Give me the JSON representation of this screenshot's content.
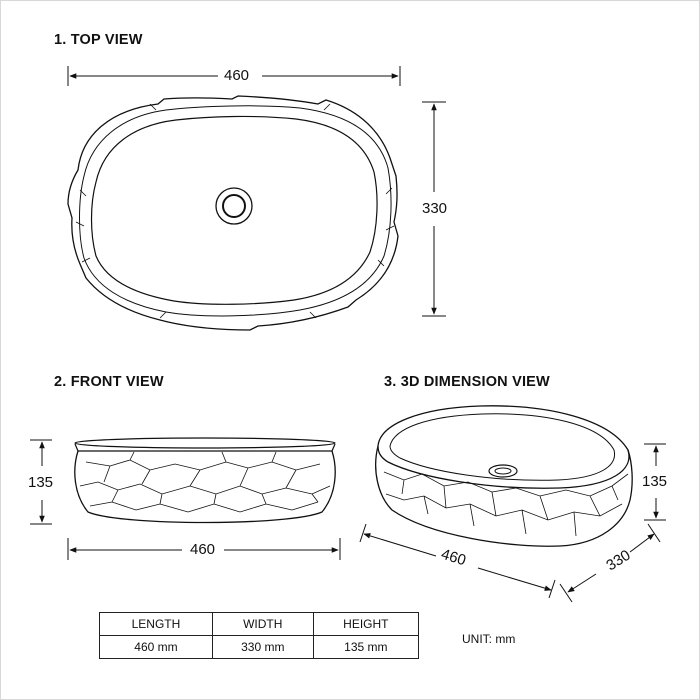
{
  "views": {
    "top": {
      "title": "1. TOP VIEW",
      "length_label": "460",
      "width_label": "330"
    },
    "front": {
      "title": "2. FRONT VIEW",
      "length_label": "460",
      "height_label": "135"
    },
    "iso": {
      "title": "3. 3D DIMENSION VIEW",
      "length_label": "460",
      "width_label": "330",
      "height_label": "135"
    }
  },
  "specs": {
    "headers": [
      "LENGTH",
      "WIDTH",
      "HEIGHT"
    ],
    "values": [
      "460 mm",
      "330 mm",
      "135 mm"
    ]
  },
  "unit": "UNIT: mm"
}
